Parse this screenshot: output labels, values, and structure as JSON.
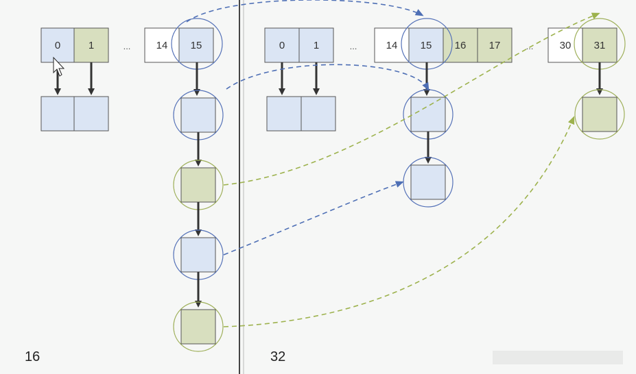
{
  "panels": {
    "left": {
      "label": "16"
    },
    "right": {
      "label": "32"
    }
  },
  "left_table": {
    "cells": [
      "0",
      "1",
      "14",
      "15"
    ],
    "ellipsis": "..."
  },
  "right_table": {
    "cells": [
      "0",
      "1",
      "14",
      "15",
      "16",
      "17",
      "30",
      "31"
    ],
    "ellipsis_a": "...",
    "ellipsis_b": "..."
  },
  "colors": {
    "blue_fill": "#dbe5f4",
    "green_fill": "#d8dfbf",
    "white_fill": "#ffffff",
    "border": "#555555",
    "blue_circle": "#5572b8",
    "green_circle": "#9fb05b",
    "blue_dash": "#4e6fb5",
    "green_dash": "#9db24d",
    "arrow": "#333333",
    "divider": "#444444"
  }
}
